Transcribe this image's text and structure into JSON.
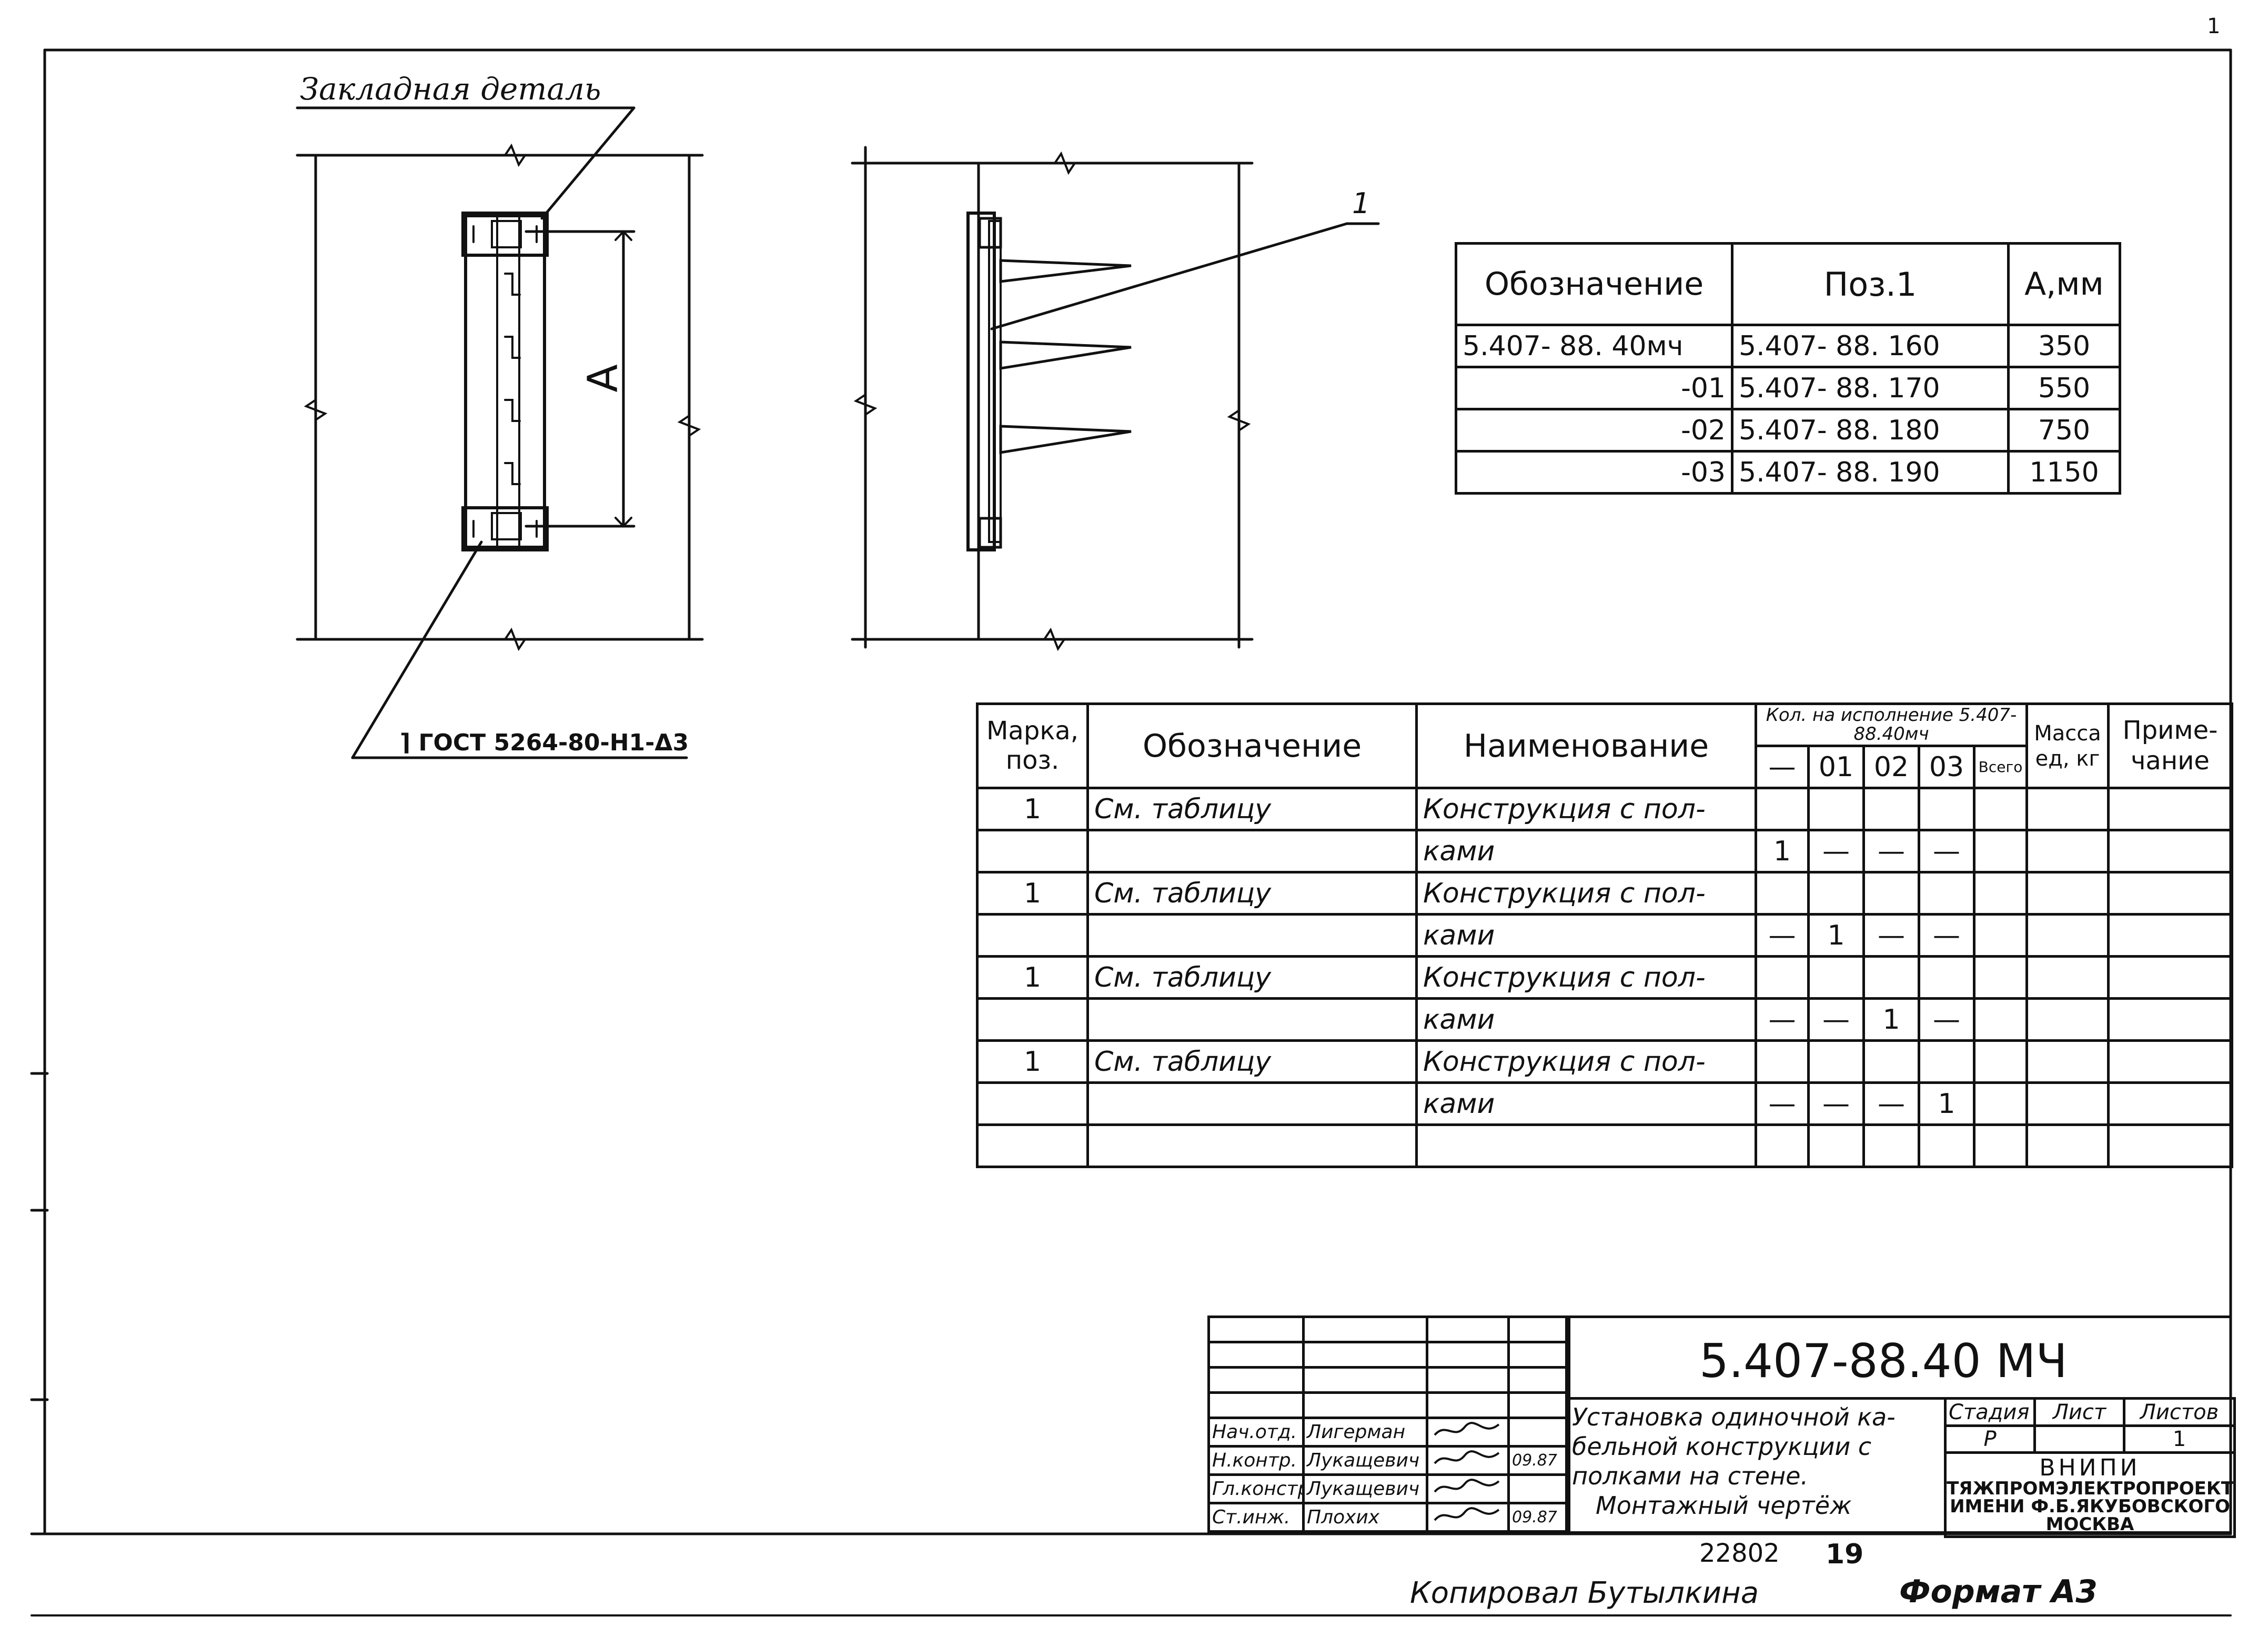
{
  "frame": {
    "corner_mark": "1"
  },
  "views": {
    "left": {
      "callout_top": "Закладная деталь",
      "dimension_letter": "A",
      "callout_bottom": "ГОСТ 5264-80-Н1-Δ3"
    },
    "right": {
      "position_label": "1"
    }
  },
  "variant_table": {
    "headers": [
      "Обозначение",
      "Поз.1",
      "A,мм"
    ],
    "rows": [
      [
        "5.407- 88. 40мч",
        "5.407- 88. 160",
        "350"
      ],
      [
        "-01",
        "5.407- 88. 170",
        "550"
      ],
      [
        "-02",
        "5.407- 88. 180",
        "750"
      ],
      [
        "-03",
        "5.407- 88. 190",
        "1150"
      ]
    ]
  },
  "spec_table": {
    "headers": {
      "mark": "Марка, поз.",
      "designation": "Обозначение",
      "name": "Наименование",
      "qty_group": "Кол. на исполнение 5.407- 88.40мч",
      "qty_cols": [
        "—",
        "01",
        "02",
        "03",
        "Всего"
      ],
      "mass": "Масса ед, кг",
      "note": "Приме-чание"
    },
    "rows": [
      {
        "mark": "1",
        "designation": "См. таблицу",
        "name": "Конструкция с пол-",
        "qty": [
          "",
          "",
          "",
          "",
          ""
        ]
      },
      {
        "mark": "",
        "designation": "",
        "name": "ками",
        "qty": [
          "1",
          "—",
          "—",
          "—",
          ""
        ]
      },
      {
        "mark": "1",
        "designation": "См. таблицу",
        "name": "Конструкция с пол-",
        "qty": [
          "",
          "",
          "",
          "",
          ""
        ]
      },
      {
        "mark": "",
        "designation": "",
        "name": "ками",
        "qty": [
          "—",
          "1",
          "—",
          "—",
          ""
        ]
      },
      {
        "mark": "1",
        "designation": "См. таблицу",
        "name": "Конструкция с пол-",
        "qty": [
          "",
          "",
          "",
          "",
          ""
        ]
      },
      {
        "mark": "",
        "designation": "",
        "name": "ками",
        "qty": [
          "—",
          "—",
          "1",
          "—",
          ""
        ]
      },
      {
        "mark": "1",
        "designation": "См. таблицу",
        "name": "Конструкция с пол-",
        "qty": [
          "",
          "",
          "",
          "",
          ""
        ]
      },
      {
        "mark": "",
        "designation": "",
        "name": "ками",
        "qty": [
          "—",
          "—",
          "—",
          "1",
          ""
        ]
      },
      {
        "mark": "",
        "designation": "",
        "name": "",
        "qty": [
          "",
          "",
          "",
          "",
          ""
        ]
      }
    ]
  },
  "title_block": {
    "code": "5.407-88.40 МЧ",
    "title_lines": [
      "Установка одиночной ка-",
      "бельной конструкции с",
      "полками на стене.",
      "Монтажный чертёж"
    ],
    "stage_headers": [
      "Стадия",
      "Лист",
      "Листов"
    ],
    "stage_values": [
      "Р",
      "",
      "1"
    ],
    "org_lines": [
      "ВНИПИ",
      "ТЯЖПРОМЭЛЕКТРОПРОЕКТ",
      "ИМЕНИ Ф.Б.ЯКУБОВСКОГО",
      "МОСКВА"
    ],
    "signatures": [
      {
        "role": "Нач.отд.",
        "name": "Лигерман",
        "date": ""
      },
      {
        "role": "Н.контр.",
        "name": "Лукащевич",
        "date": "09.87"
      },
      {
        "role": "Гл.констр.",
        "name": "Лукащевич",
        "date": ""
      },
      {
        "role": "Ст.инж.",
        "name": "Плохих",
        "date": "09.87"
      }
    ]
  },
  "footer": {
    "inventory": "22802",
    "sheet_no": "19",
    "copied_by": "Копировал Бутылкина",
    "format": "Формат А3"
  }
}
